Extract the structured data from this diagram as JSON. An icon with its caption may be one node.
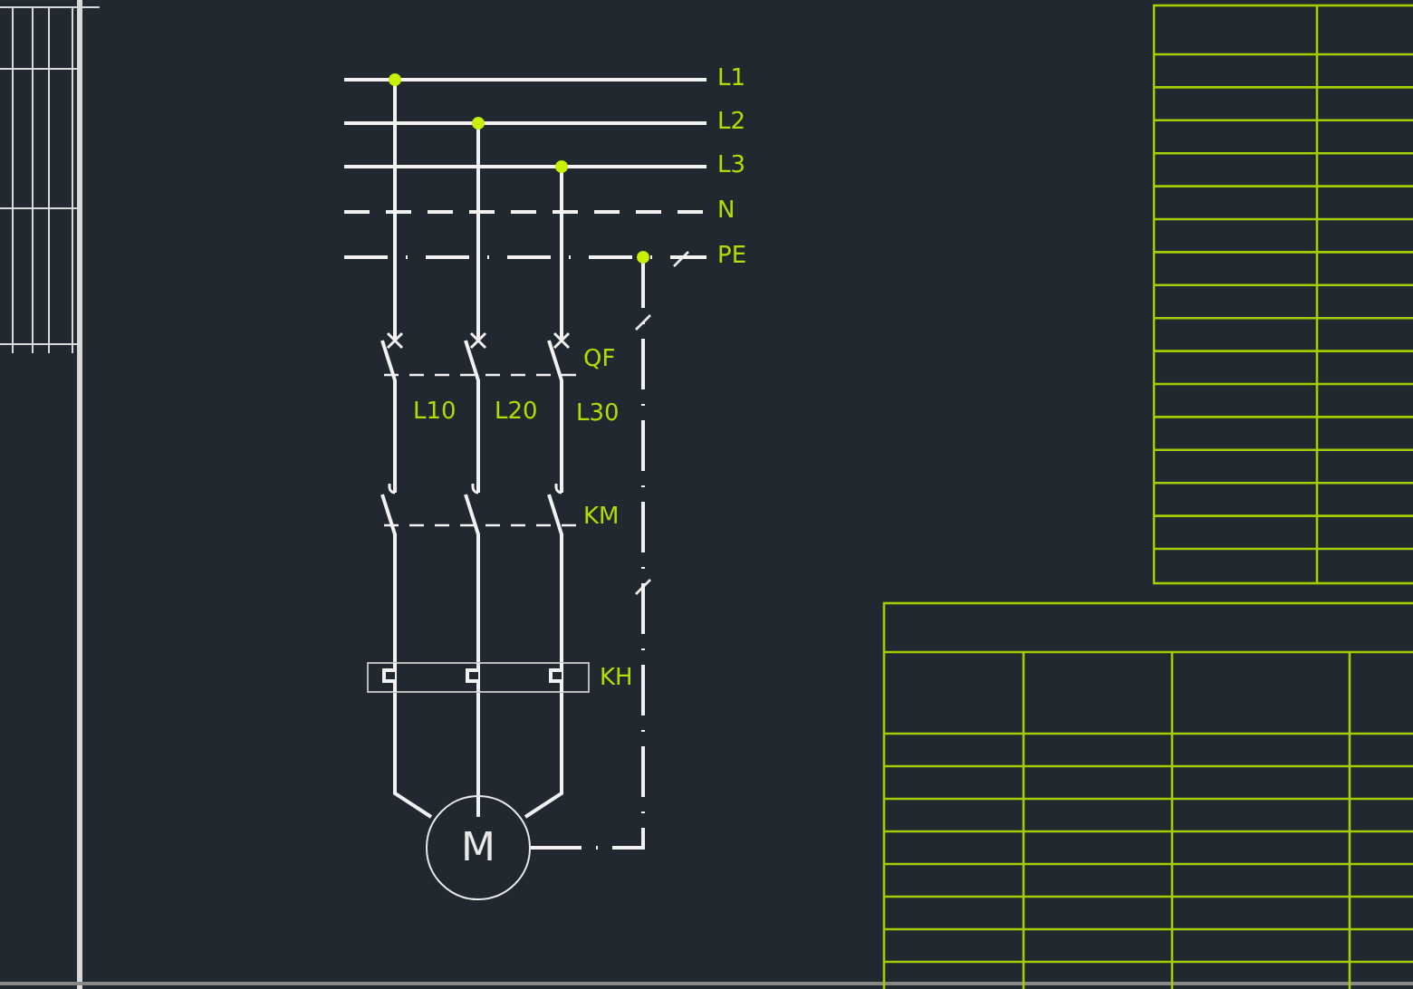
{
  "diagram": {
    "nodes": [
      {
        "text": [
          "M"
        ]
      }
    ],
    "labels": [
      "L1",
      "L2",
      "L3",
      "N",
      "PE",
      "QF",
      "L10",
      "L20",
      "L30",
      "KM",
      "KH"
    ]
  }
}
